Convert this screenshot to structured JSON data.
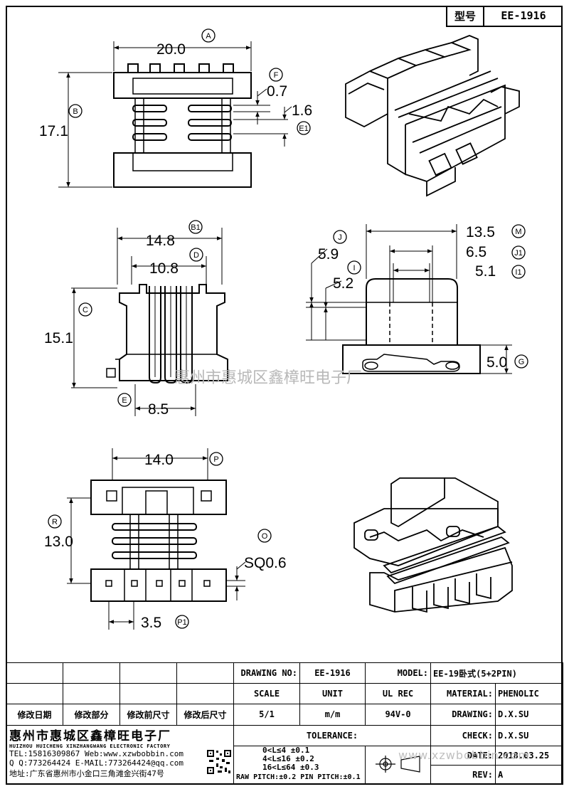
{
  "header": {
    "label": "型号",
    "value": "EE-1916"
  },
  "dims": {
    "top_width": "20.0",
    "top_width_tag": "A",
    "top_height": "17.1",
    "top_height_tag": "B",
    "fin_thk": "0.7",
    "fin_thk_tag": "F",
    "fin_gap": "1.6",
    "fin_gap_tag": "E1",
    "side_width": "14.8",
    "side_width_tag": "B1",
    "inner_width": "10.8",
    "inner_width_tag": "D",
    "side_height": "15.1",
    "side_height_tag": "C",
    "bottom_width": "8.5",
    "bottom_width_tag": "E",
    "front_width": "13.5",
    "front_width_tag": "M",
    "front_inner1": "6.5",
    "front_inner1_tag": "J1",
    "front_inner2": "5.1",
    "front_inner2_tag": "I1",
    "front_h1": "5.9",
    "front_h1_tag": "J",
    "front_h2": "5.2",
    "front_h2_tag": "I",
    "front_base": "5.0",
    "front_base_tag": "G",
    "bot_width": "14.0",
    "bot_width_tag": "P",
    "bot_height": "13.0",
    "bot_height_tag": "R",
    "pin_sq": "SQ0.6",
    "pin_sq_tag": "O",
    "pin_pitch": "3.5",
    "pin_pitch_tag": "P1"
  },
  "watermark": {
    "center": "惠州市惠城区鑫樟旺电子厂",
    "bottom": "www.xzwbobbin.com"
  },
  "title_block": {
    "drawing_no_label": "DRAWING NO:",
    "drawing_no": "EE-1916",
    "model_label": "MODEL:",
    "model": "EE-19卧式(5+2PIN)",
    "scale_label": "SCALE",
    "unit_label": "UNIT",
    "ul_label": "UL REC",
    "material_label": "MATERIAL:",
    "material": "PHENOLIC",
    "scale": "5/1",
    "unit": "m/m",
    "ul": "94V-0",
    "drawing_label": "DRAWING:",
    "drawing": "D.X.SU",
    "check_label": "CHECK:",
    "check": "D.X.SU",
    "date_label": "DATE:",
    "date": "2018.03.25",
    "rev_label": "REV:",
    "rev": "A",
    "tolerance_label": "TOLERANCE:",
    "tol1": "0<L≤4    ±0.1",
    "tol2": "4<L≤16   ±0.2",
    "tol3": "16<L≤64  ±0.3",
    "pitch": "RAW PITCH:±0.2 PIN PITCH:±0.1",
    "rev_cols": [
      "修改日期",
      "修改部分",
      "修改前尺寸",
      "修改后尺寸"
    ],
    "company_cn": "惠州市惠城区鑫樟旺电子厂",
    "company_en": "HUIZHOU HUICHENG XINZHANGWANG ELECTRONIC FACTORY",
    "tel": "TEL:15816309867 Web:www.xzwbobbin.com",
    "qq": "Q Q:773264424 E-MAIL:773264424@qq.com",
    "address": "地址:广东省惠州市小金口三角滩金兴街47号"
  }
}
